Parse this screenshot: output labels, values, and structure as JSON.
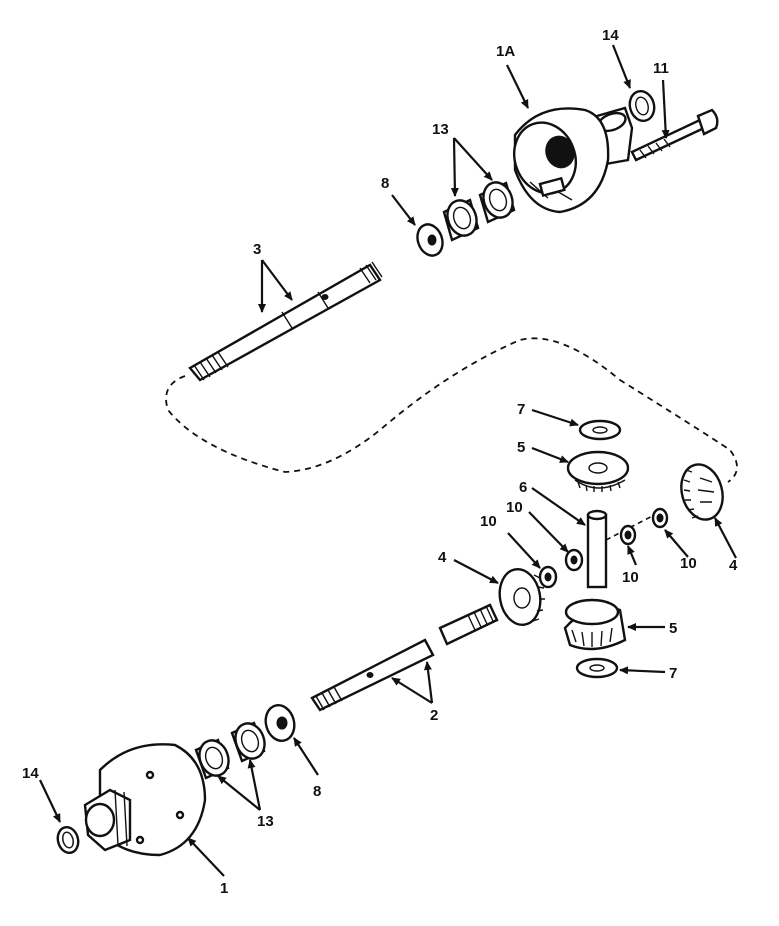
{
  "callouts": {
    "c1": "1",
    "c1a": "1A",
    "c2": "2",
    "c3": "3",
    "c4_left": "4",
    "c4_right": "4",
    "c5_upper": "5",
    "c5_lower": "5",
    "c6": "6",
    "c7_upper": "7",
    "c7_lower": "7",
    "c8_upper": "8",
    "c8_lower": "8",
    "c10_a": "10",
    "c10_b": "10",
    "c10_c": "10",
    "c10_d": "10",
    "c11": "11",
    "c13_upper": "13",
    "c13_lower": "13",
    "c14_upper": "14",
    "c14_lower": "14"
  }
}
